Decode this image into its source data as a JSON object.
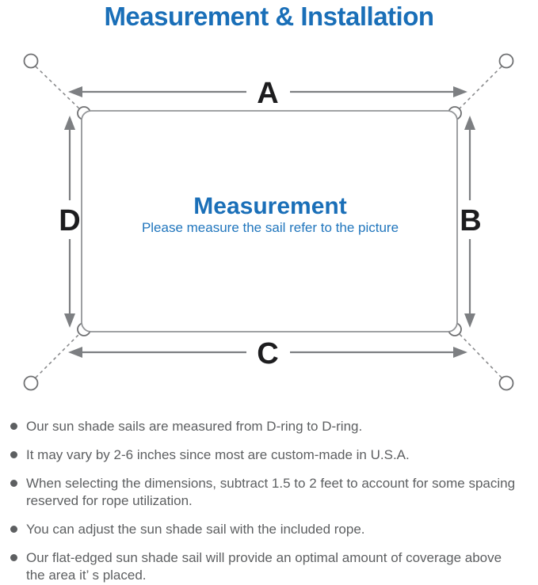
{
  "title": "Measurement & Installation",
  "colors": {
    "accent_blue": "#1a6fb8",
    "subtitle_blue": "#2176bd",
    "line_gray": "#7d7f82",
    "note_text_gray": "#5d5f61",
    "dim_label_black": "#1d1d1f"
  },
  "diagram": {
    "dimension_labels": {
      "top": "A",
      "right": "B",
      "bottom": "C",
      "left": "D"
    },
    "center_title": "Measurement",
    "center_subtitle": "Please measure the sail refer to the picture"
  },
  "notes": [
    "Our sun shade sails are measured from D-ring to D-ring.",
    "It may vary by 2-6 inches since most are custom-made in U.S.A.",
    "When selecting the dimensions, subtract 1.5 to 2 feet to account for some spacing reserved for rope utilization.",
    "You can adjust the sun shade sail with the included rope.",
    "Our flat-edged sun shade sail will provide an optimal amount of coverage above the area it’ s placed."
  ]
}
